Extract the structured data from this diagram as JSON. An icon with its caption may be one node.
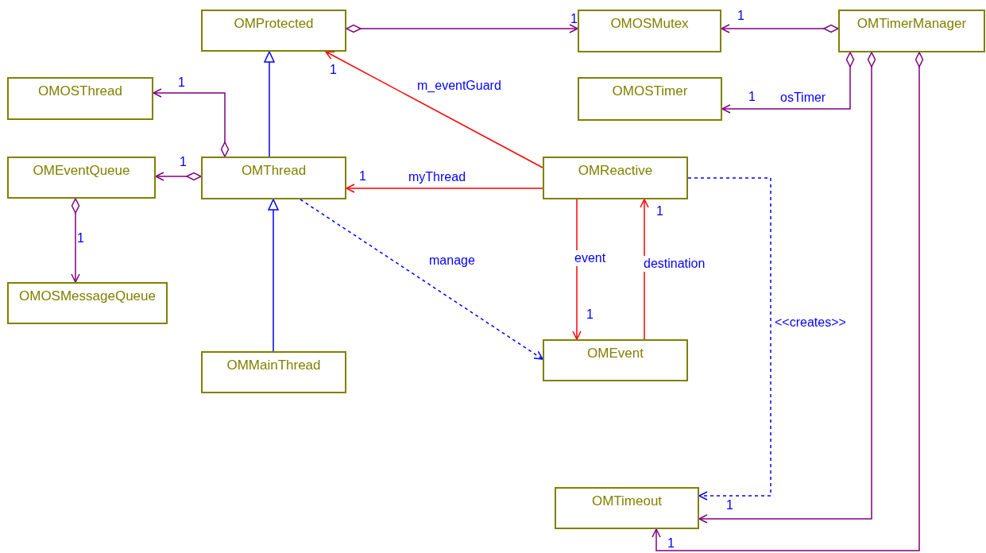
{
  "diagram": {
    "nodes": [
      {
        "text": [
          "OMProtected"
        ]
      },
      {
        "text": [
          "OMOSMutex"
        ]
      },
      {
        "text": [
          "OMTimerManager"
        ]
      },
      {
        "text": [
          "OMOSThread"
        ]
      },
      {
        "text": [
          "OMOSTimer"
        ]
      },
      {
        "text": [
          "OMEventQueue"
        ]
      },
      {
        "text": [
          "OMThread"
        ]
      },
      {
        "text": [
          "OMReactive"
        ]
      },
      {
        "text": [
          "OMOSMessageQueue"
        ]
      },
      {
        "text": [
          "OMMainThread"
        ]
      },
      {
        "text": [
          "OMEvent"
        ]
      },
      {
        "text": [
          "OMTimeout"
        ]
      }
    ],
    "edges": [
      {
        "from": 0,
        "to": 1,
        "arrow": "to"
      },
      {
        "from": 2,
        "to": 1,
        "arrow": "to"
      },
      {
        "from": 2,
        "to": 4,
        "arrow": "to",
        "label": "osTimer"
      },
      {
        "from": 6,
        "to": 3,
        "arrow": "to"
      },
      {
        "from": 6,
        "to": 5,
        "arrow": "to"
      },
      {
        "from": 5,
        "to": 8,
        "arrow": "to"
      },
      {
        "from": 6,
        "to": 0,
        "arrow": "to",
        "color": "#0000ff"
      },
      {
        "from": 9,
        "to": 6,
        "arrow": "to",
        "color": "#0000ff"
      },
      {
        "from": 7,
        "to": 0,
        "arrow": "to",
        "label": "m_eventGuard",
        "color": "#ff0000"
      },
      {
        "from": 7,
        "to": 6,
        "arrow": "to",
        "label": "myThread",
        "color": "#ff0000"
      },
      {
        "from": 7,
        "to": 10,
        "arrow": "to",
        "label": "event",
        "color": "#ff0000"
      },
      {
        "from": 10,
        "to": 7,
        "arrow": "to",
        "label": "destination",
        "color": "#ff0000"
      },
      {
        "from": 6,
        "to": 10,
        "arrow": "to",
        "label": "manage",
        "style": "dashed",
        "color": "#0000ff"
      },
      {
        "from": 7,
        "to": 11,
        "arrow": "to",
        "label": "<<creates>>",
        "style": "dashed",
        "color": "#0000ff"
      },
      {
        "from": 2,
        "to": 11,
        "arrow": "to"
      },
      {
        "from": 2,
        "to": 11,
        "arrow": "to"
      }
    ],
    "labels": [
      "1",
      "1",
      "1",
      "1",
      "1",
      "1",
      "1",
      "1",
      "1",
      "1",
      "1",
      "1"
    ]
  }
}
